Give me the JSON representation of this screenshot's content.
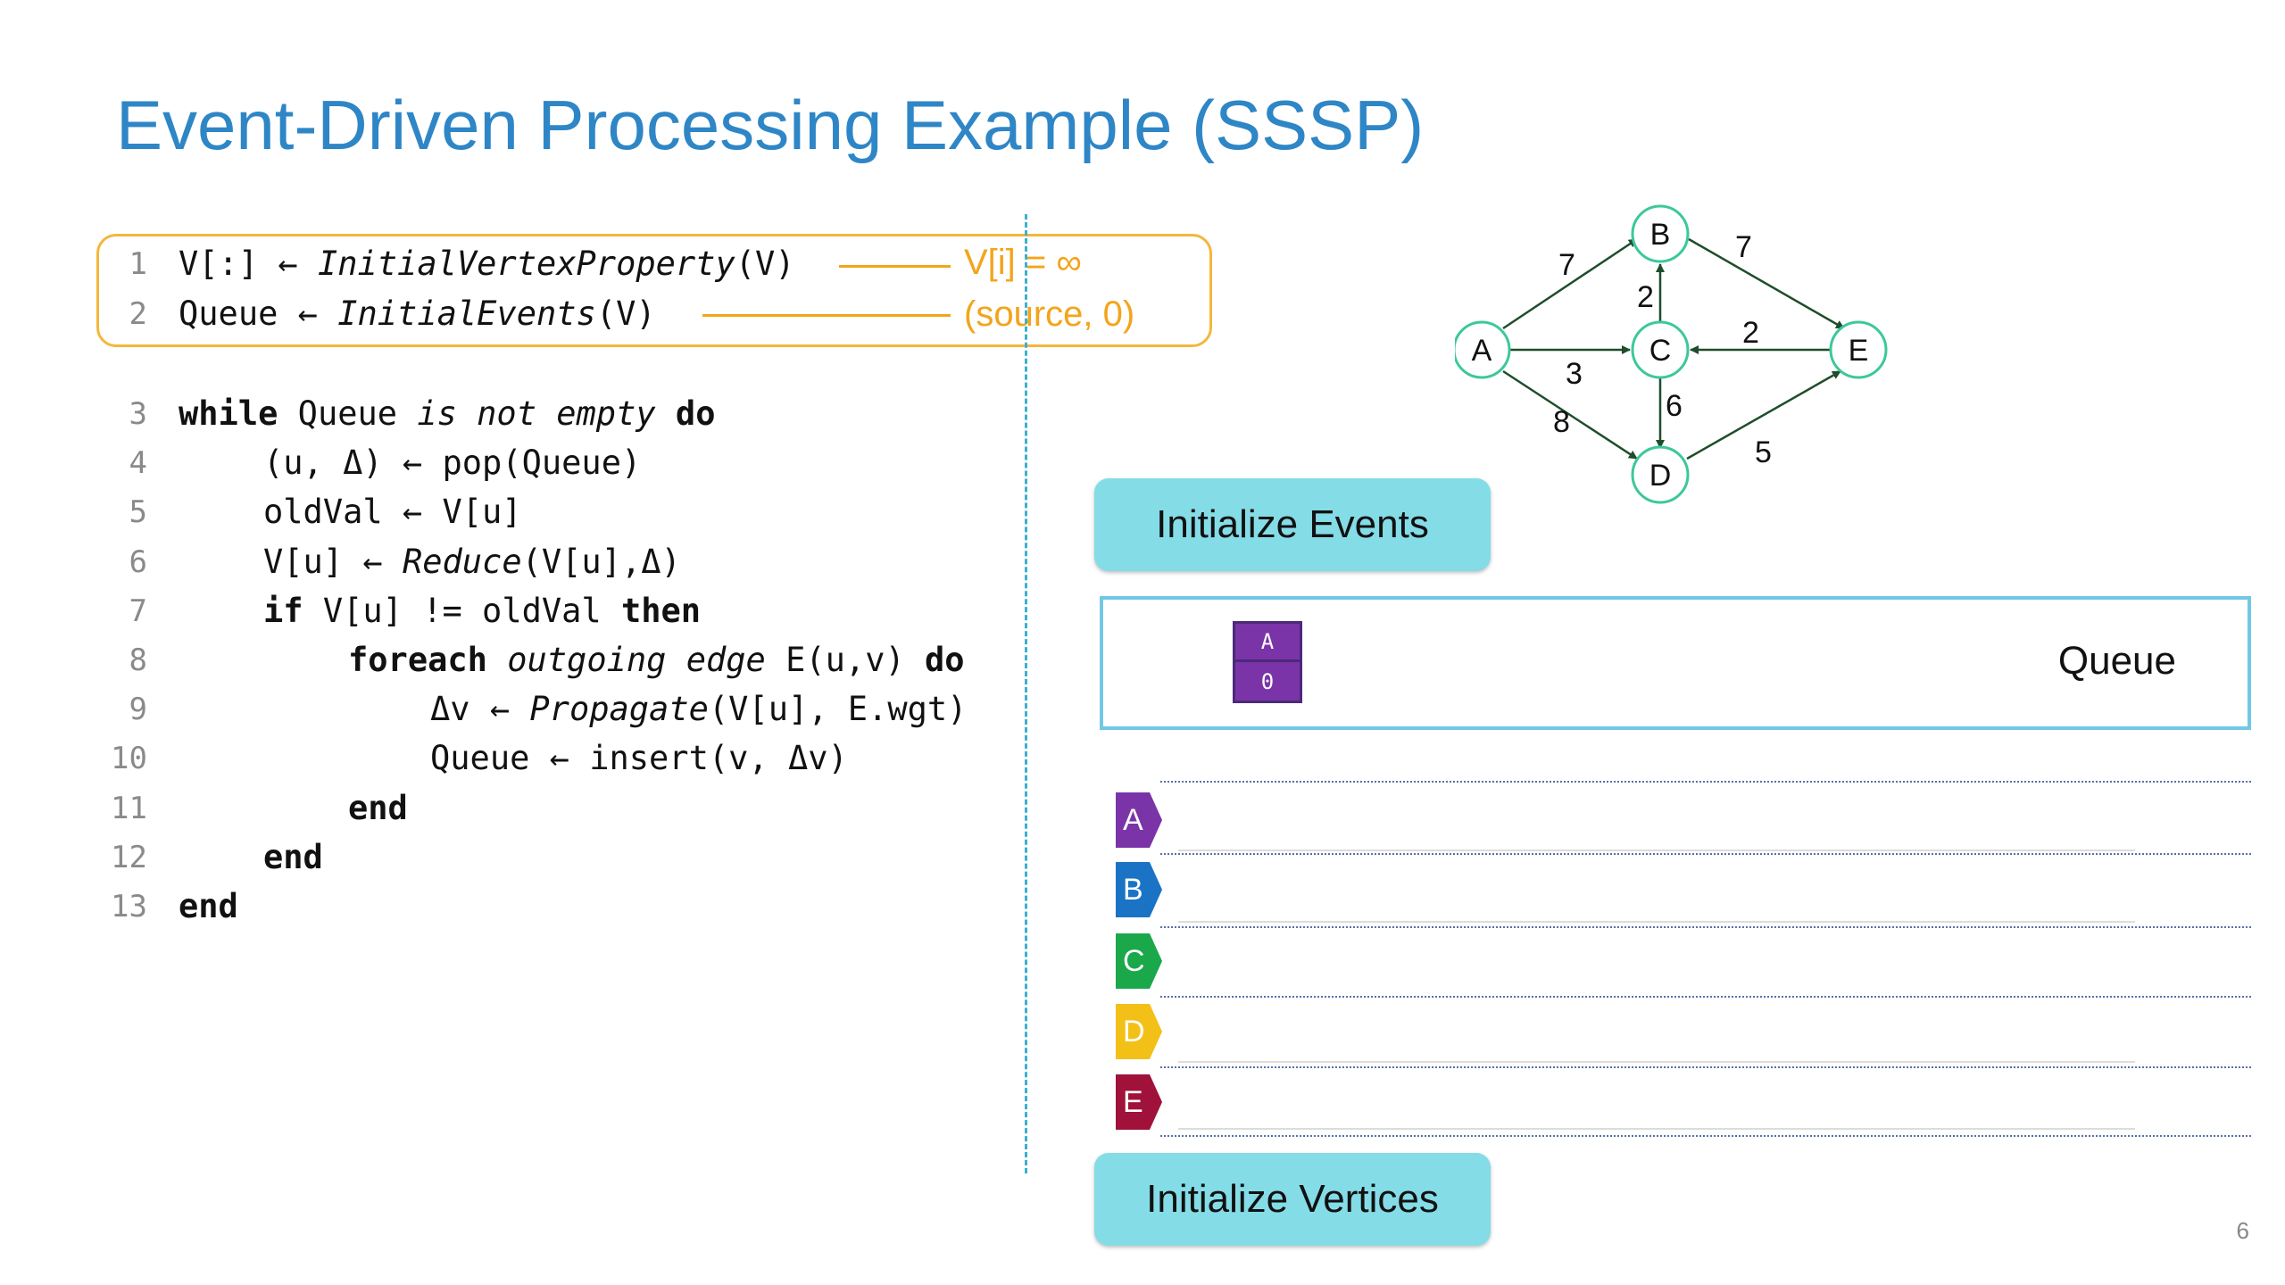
{
  "slide": {
    "title": "Event-Driven Processing Example (SSSP)",
    "page_number": "6"
  },
  "code": {
    "line_numbers": [
      "1",
      "2",
      "3",
      "4",
      "5",
      "6",
      "7",
      "8",
      "9",
      "10",
      "11",
      "12",
      "13"
    ],
    "l1": {
      "a": "V[:] ← ",
      "b": "InitialVertexProperty",
      "c": "(V)"
    },
    "l2": {
      "a": "Queue ← ",
      "b": "InitialEvents",
      "c": "(V)"
    },
    "l3": {
      "kw1": "while",
      "a": " Queue ",
      "b": "is not empty",
      "kw2": " do"
    },
    "l4": "(u, Δ) ← pop(Queue)",
    "l5": "oldVal ← V[u]",
    "l6": {
      "a": "V[u] ← ",
      "b": "Reduce",
      "c": "(V[u],Δ)"
    },
    "l7": {
      "kw1": "if",
      "a": " V[u] != oldVal ",
      "kw2": "then"
    },
    "l8": {
      "kw1": "foreach",
      "b": " outgoing edge",
      "a": " E(u,v) ",
      "kw2": "do"
    },
    "l9": {
      "a": "Δv ← ",
      "b": "Propagate",
      "c": "(V[u], E.wgt)"
    },
    "l10": "Queue ← insert(v, Δv)",
    "l11": "end",
    "l12": "end",
    "l13": "end",
    "annot1": "V[i] = ∞",
    "annot2": "(source, 0)"
  },
  "graph": {
    "nodes": [
      "A",
      "B",
      "C",
      "D",
      "E"
    ],
    "edge_weights": {
      "A-B": "7",
      "A-C": "3",
      "A-D": "8",
      "B-E": "7",
      "C-B": "2",
      "E-C": "2",
      "C-D": "6",
      "D-E": "5"
    },
    "node_border_color": "#3cc89a"
  },
  "buttons": {
    "init_events": "Initialize Events",
    "init_vertices": "Initialize Vertices"
  },
  "queue": {
    "label": "Queue",
    "items": [
      {
        "vertex": "A",
        "value": "0"
      }
    ]
  },
  "vertices": [
    {
      "label": "A",
      "color": "#7a34a8"
    },
    {
      "label": "B",
      "color": "#1a73c5"
    },
    {
      "label": "C",
      "color": "#1aa84b"
    },
    {
      "label": "D",
      "color": "#f3c018"
    },
    {
      "label": "E",
      "color": "#a0123a"
    }
  ]
}
